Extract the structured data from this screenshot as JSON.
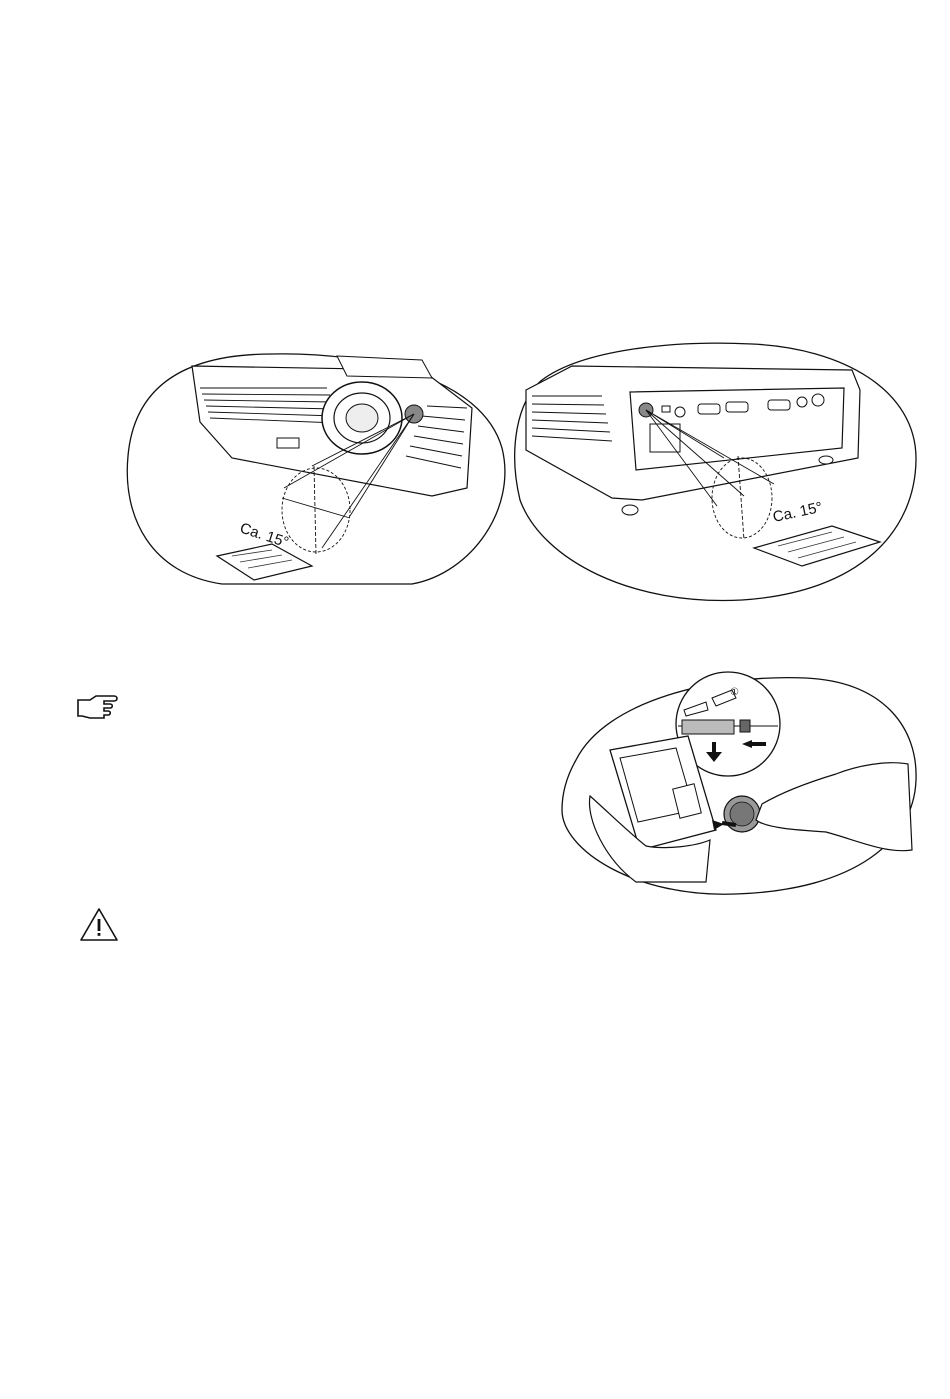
{
  "figures": {
    "front_view": {
      "angle_label": "Ca. 15°"
    },
    "rear_view": {
      "angle_label": "Ca. 15°"
    },
    "battery_replacement": {
      "step_marker": "①"
    }
  },
  "icons": {
    "note": "pointing-hand-icon",
    "caution": "warning-triangle-icon"
  }
}
